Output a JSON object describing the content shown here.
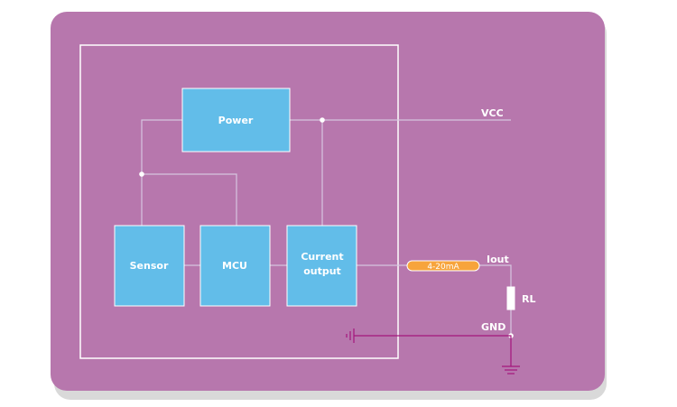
{
  "blocks": {
    "power": "Power",
    "sensor": "Sensor",
    "mcu": "MCU",
    "current_output_line1": "Current",
    "current_output_line2": "output"
  },
  "labels": {
    "vcc": "VCC",
    "iout": "Iout",
    "rl": "RL",
    "gnd": "GND",
    "current_range": "4-20mA"
  },
  "colors": {
    "background": "#b777ad",
    "block_fill": "#62bde9",
    "wire": "#d6c6e0",
    "ground_wire": "#a4167c",
    "badge": "#f7a43c",
    "text": "#ffffff"
  }
}
